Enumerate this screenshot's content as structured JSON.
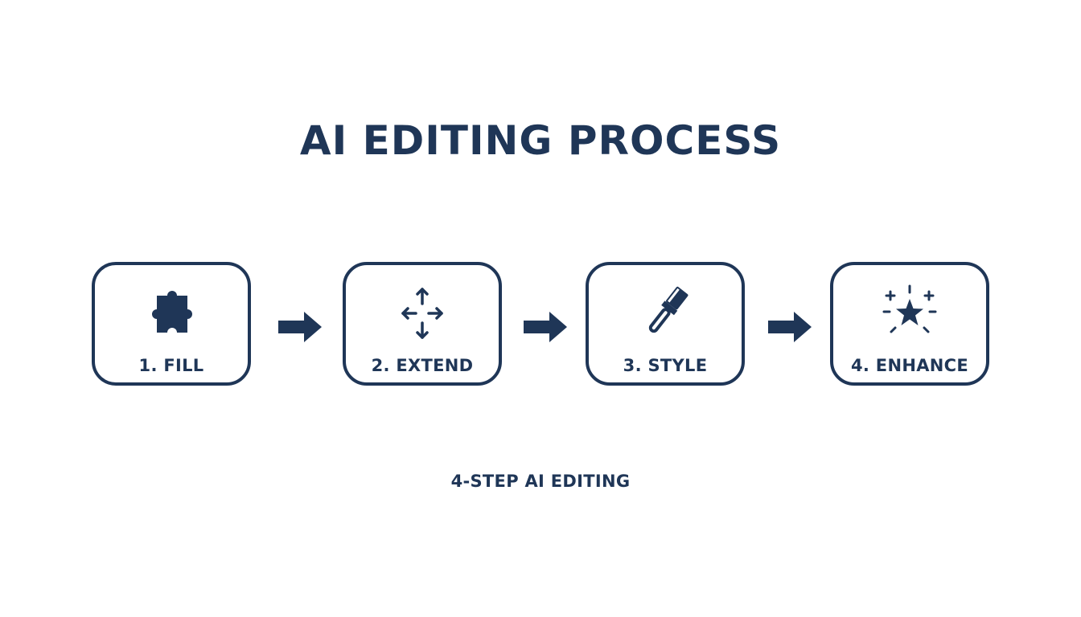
{
  "title": "AI EDITING PROCESS",
  "steps": [
    {
      "label": "1. FILL",
      "icon": "puzzle-piece-icon"
    },
    {
      "label": "2. EXTEND",
      "icon": "four-way-arrows-icon"
    },
    {
      "label": "3. STYLE",
      "icon": "paintbrush-icon"
    },
    {
      "label": "4. ENHANCE",
      "icon": "sparkle-star-icon"
    }
  ],
  "connector_icon": "arrow-right-icon",
  "caption": "4-STEP AI EDITING",
  "colors": {
    "primary": "#1f3657",
    "background": "#ffffff"
  }
}
